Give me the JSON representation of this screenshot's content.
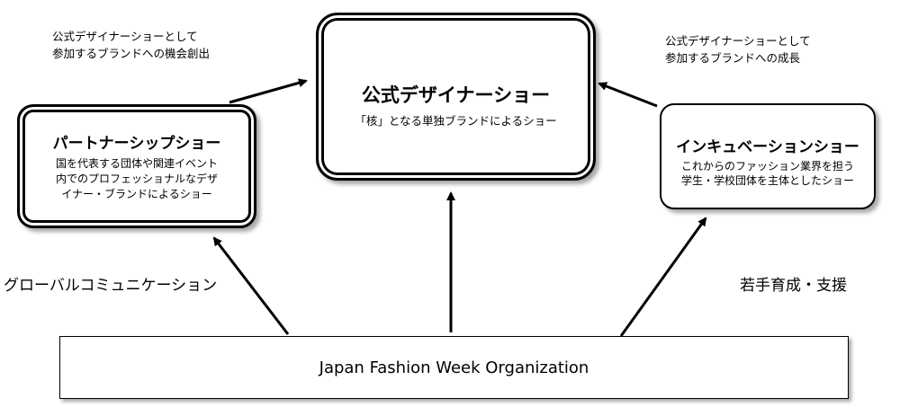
{
  "official_show": {
    "title": "公式デザイナーショー",
    "description": "「核」となる単独ブランドによるショー"
  },
  "partner_show": {
    "title": "パートナーシップショー",
    "description": "国を代表する団体や関連イベント\n内でのプロフェッショナルなデザ\nイナー・ブランドによるショー"
  },
  "incubation_show": {
    "title": "インキュベーションショー",
    "description": "これからのファッション業界を担う\n学生・学校団体を主体としたショー"
  },
  "organization": {
    "name": "Japan Fashion Week Organization"
  },
  "annotations": {
    "partner_to_official": "公式デザイナーショーとして\n参加するブランドへの機会創出",
    "incubation_to_official": "公式デザイナーショーとして\n参加するブランドへの成長"
  },
  "labels": {
    "global_communication": "グローバルコミュニケーション",
    "youth_support": "若手育成・支援"
  }
}
